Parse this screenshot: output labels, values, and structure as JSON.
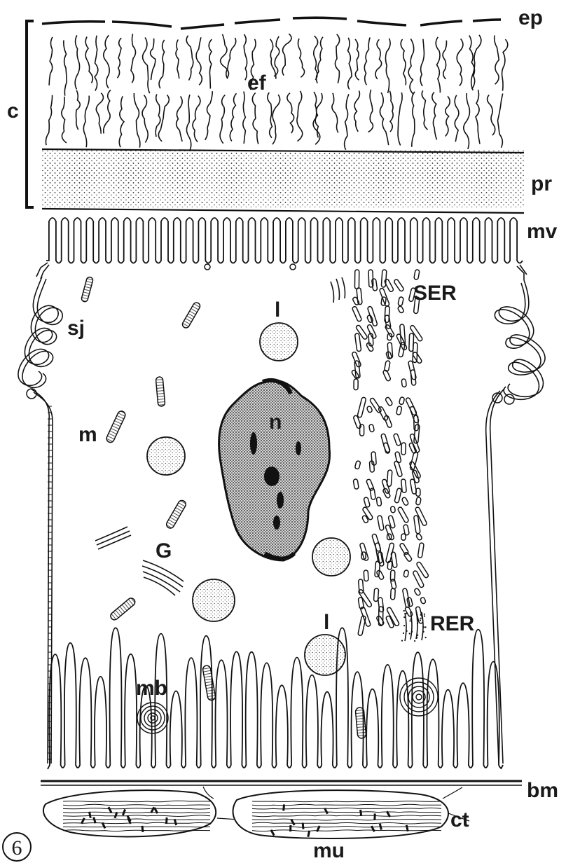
{
  "figure_number": "6",
  "labels": {
    "c": "c",
    "ep": "ep",
    "ef": "ef",
    "pr": "pr",
    "mv": "mv",
    "SER": "SER",
    "sj": "sj",
    "l_upper": "l",
    "n": "n",
    "m": "m",
    "G": "G",
    "l_lower": "l",
    "RER": "RER",
    "mb": "mb",
    "bm": "bm",
    "ct": "ct",
    "mu": "mu"
  }
}
